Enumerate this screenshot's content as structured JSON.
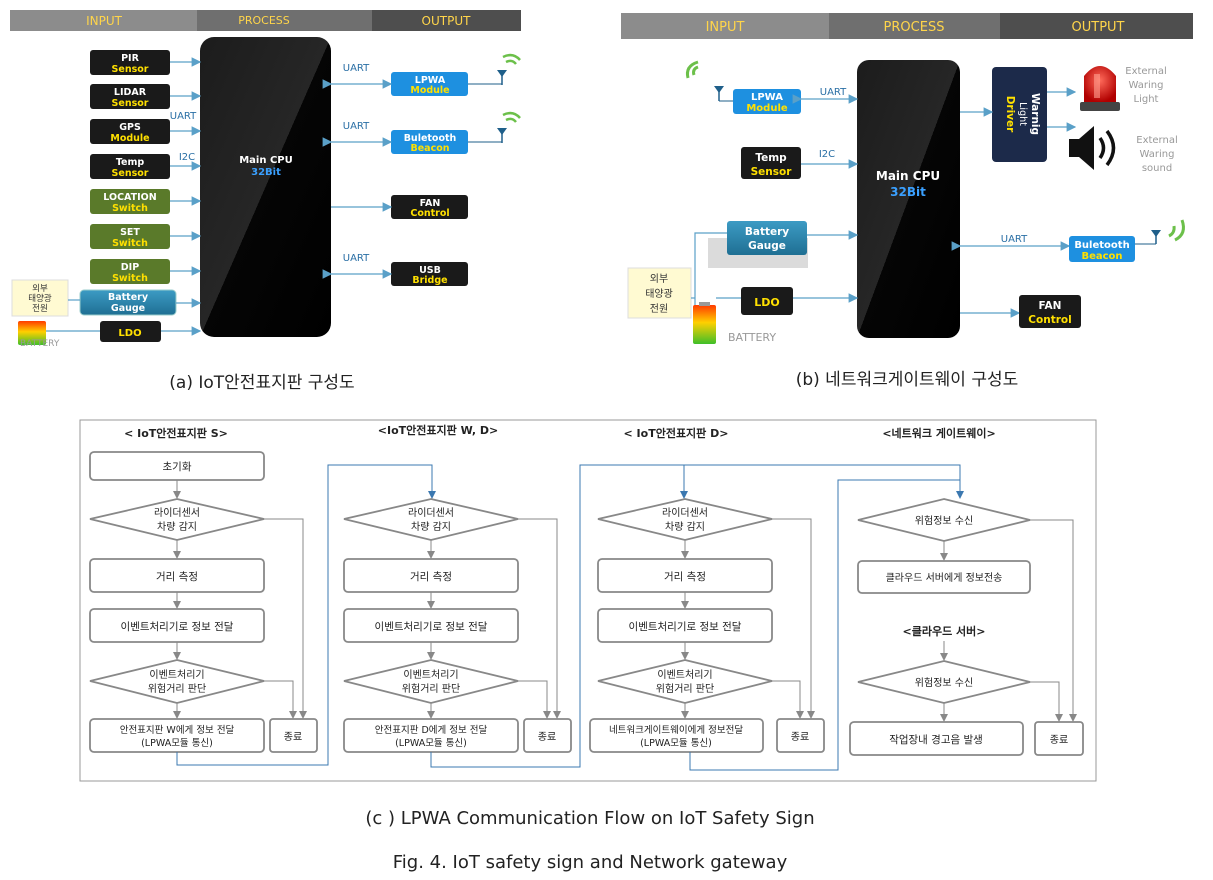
{
  "header_a": {
    "input": "INPUT",
    "process": "PROCESS",
    "output": "OUTPUT"
  },
  "header_b": {
    "input": "INPUT",
    "process": "PROCESS",
    "output": "OUTPUT"
  },
  "diagram_a": {
    "inputs": [
      {
        "l1": "PIR",
        "l2": "Sensor",
        "color": "#1a1a1a"
      },
      {
        "l1": "LIDAR",
        "l2": "Sensor",
        "color": "#1a1a1a"
      },
      {
        "l1": "GPS",
        "l2": "Module",
        "color": "#1a1a1a"
      },
      {
        "l1": "Temp",
        "l2": "Sensor",
        "color": "#1a1a1a"
      },
      {
        "l1": "LOCATION",
        "l2": "Switch",
        "color": "#5a7a2a"
      },
      {
        "l1": "SET",
        "l2": "Switch",
        "color": "#5a7a2a"
      },
      {
        "l1": "DIP",
        "l2": "Switch",
        "color": "#5a7a2a"
      }
    ],
    "battery_gauge": {
      "l1": "Battery",
      "l2": "Gauge"
    },
    "ldo": "LDO",
    "solar_l1": "외부",
    "solar_l2": "태양광",
    "solar_l3": "전원",
    "battery": "BATTERY",
    "cpu_l1": "Main CPU",
    "cpu_l2": "32Bit",
    "conn_uart_gps": "UART",
    "conn_i2c": "I2C",
    "outputs": [
      {
        "l1": "LPWA",
        "l2": "Module",
        "conn": "UART",
        "color": "#1e90e0"
      },
      {
        "l1": "Buletooth",
        "l2": "Beacon",
        "conn": "UART",
        "color": "#1e90e0"
      },
      {
        "l1": "FAN",
        "l2": "Control",
        "conn": "",
        "color": "#1a1a1a"
      },
      {
        "l1": "USB",
        "l2": "Bridge",
        "conn": "UART",
        "color": "#1a1a1a"
      }
    ],
    "caption": "(a) IoT안전표지판 구성도"
  },
  "diagram_b": {
    "lpwa": {
      "l1": "LPWA",
      "l2": "Module"
    },
    "conn_uart_lpwa": "UART",
    "temp": {
      "l1": "Temp",
      "l2": "Sensor"
    },
    "conn_i2c": "I2C",
    "battery_gauge": {
      "l1": "Battery",
      "l2": "Gauge"
    },
    "ldo": "LDO",
    "solar_l1": "외부",
    "solar_l2": "태양광",
    "solar_l3": "전원",
    "battery": "BATTERY",
    "cpu_l1": "Main CPU",
    "cpu_l2": "32Bit",
    "driver_l1": "Warnig",
    "driver_l2": "Light",
    "driver_l3": "Driver",
    "ext_light_l1": "External",
    "ext_light_l2": "Waring",
    "ext_light_l3": "Light",
    "ext_sound_l1": "External",
    "ext_sound_l2": "Waring",
    "ext_sound_l3": "sound",
    "conn_uart_bt": "UART",
    "beacon": {
      "l1": "Buletooth",
      "l2": "Beacon"
    },
    "fan": {
      "l1": "FAN",
      "l2": "Control"
    },
    "caption": "(b) 네트워크게이트웨이 구성도"
  },
  "flow": {
    "col1_title": "< IoT안전표지판 S>",
    "col2_title": "<IoT안전표지판 W, D>",
    "col3_title": "< IoT안전표지판 D>",
    "col4_title": "<네트워크 게이트웨이>",
    "init": "초기화",
    "detect_l1": "라이더센서",
    "detect_l2": "차량 감지",
    "measure": "거리 측정",
    "send_event": "이벤트처리기로 정보 전달",
    "judge_l1": "이벤트처리기",
    "judge_l2": "위험거리 판단",
    "end": "종료",
    "c1_send_l1": "안전표지판 W에게 정보 전달",
    "c1_send_l2": "(LPWA모듈 통신)",
    "c2_send_l1": "안전표지판 D에게 정보 전달",
    "c2_send_l2": "(LPWA모듈 통신)",
    "c3_send_l1": "네트워크게이트웨이에게 정보전달",
    "c3_send_l2": "(LPWA모듈 통신)",
    "gw_recv": "위험정보 수신",
    "gw_to_cloud": "클라우드 서버에게  정보전송",
    "cloud_title": "<클라우드 서버>",
    "cloud_recv": "위험정보 수신",
    "cloud_alarm": "작업장내 경고음 발생",
    "caption": "(c ) LPWA Communication Flow on IoT Safety Sign"
  },
  "fig_caption": "Fig. 4. IoT safety sign and Network gateway"
}
